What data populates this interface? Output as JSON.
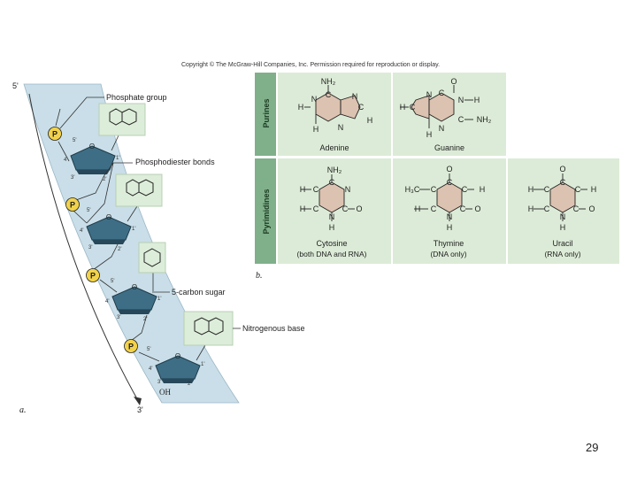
{
  "copyright": "Copyright © The McGraw-Hill Companies, Inc. Permission required for reproduction or display.",
  "page_number": "29",
  "panel_a": {
    "letter": "a.",
    "end_5": "5'",
    "end_3": "3'",
    "callouts": {
      "phosphate_group": "Phosphate group",
      "phosphodiester_bonds": "Phosphodiester bonds",
      "five_carbon_sugar": "5-carbon sugar",
      "nitrogenous_base": "Nitrogenous base"
    },
    "phosphate_label": "P",
    "sugar_oxygen": "O",
    "terminal_oh": "OH",
    "carbon_primes": {
      "c1": "1'",
      "c2": "2'",
      "c3": "3'",
      "c4": "4'",
      "c5": "5'"
    }
  },
  "panel_b": {
    "letter": "b.",
    "purines_label": "Purines",
    "pyrimidines_label": "Pyrimidines",
    "bases": {
      "adenine": {
        "name": "Adenine",
        "sub": ""
      },
      "guanine": {
        "name": "Guanine",
        "sub": ""
      },
      "cytosine": {
        "name": "Cytosine",
        "sub": "(both DNA and RNA)"
      },
      "thymine": {
        "name": "Thymine",
        "sub": "(DNA only)"
      },
      "uracil": {
        "name": "Uracil",
        "sub": "(RNA only)"
      }
    },
    "atoms": {
      "N": "N",
      "C": "C",
      "O": "O",
      "H": "H",
      "NH2": "NH₂",
      "H3C": "H₃C"
    }
  },
  "colors": {
    "backbone_band": "#c9dee8",
    "sugar": "#3e6e86",
    "phosphate": "#f2d24a",
    "base_box": "#dcedd9",
    "base_ring": "#dcc2b0",
    "panel_bg": "#dcebd7"
  }
}
